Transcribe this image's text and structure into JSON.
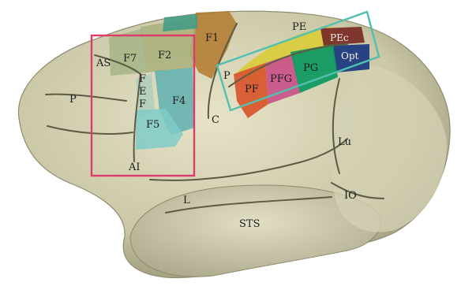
{
  "colors": {
    "brain": "#d9d6b8",
    "brain_shadow": "#8f8c6e",
    "sulcus": "#5e5b45",
    "frontal_box": "#e03a6a",
    "parietal_box": "#52c0b0",
    "F1": "#b27a2e",
    "F2": "#a9b07a",
    "F7": "#a3b383",
    "F4": "#5fb0b0",
    "F5": "#7fcbc8",
    "FEF": "#8fc7c0",
    "PE": "#d8cc3e",
    "PEc": "#7a2e28",
    "Opt": "#1f3b80",
    "PF": "#d8582e",
    "PFG": "#c9568a",
    "PG": "#129a62",
    "dorsal_teal": "#3e9a86"
  },
  "labels": {
    "F1": "F1",
    "F2": "F2",
    "F7": "F7",
    "AS": "AS",
    "P_front": "P",
    "F_top": "F",
    "E_mid": "E",
    "F_bot": "F",
    "F4": "F4",
    "F5": "F5",
    "AI": "AI",
    "C": "C",
    "P_par": "P",
    "PE": "PE",
    "PEc": "PEc",
    "Opt": "Opt",
    "PF": "PF",
    "PFG": "PFG",
    "PG": "PG",
    "Lu": "Lu",
    "IO": "IO",
    "L": "L",
    "STS": "STS"
  }
}
